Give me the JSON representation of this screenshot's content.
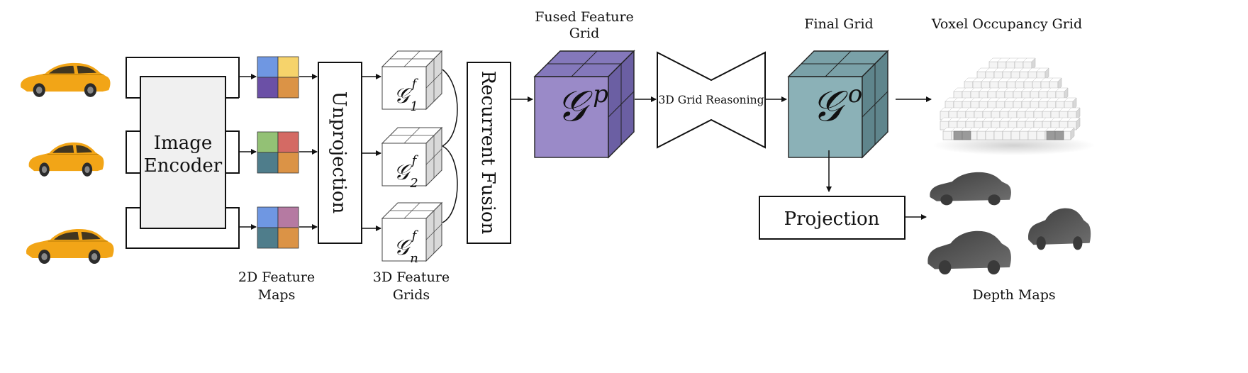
{
  "labels": {
    "image_encoder": [
      "Image",
      "Encoder"
    ],
    "unprojection": "Unprojection",
    "recurrent_fusion": "Recurrent Fusion",
    "grid_reasoning": "3D Grid Reasoning",
    "projection": "Projection",
    "feature_maps_caption": [
      "2D Feature",
      "Maps"
    ],
    "feature_grids_caption": [
      "3D Feature",
      "Grids"
    ],
    "fused_grid_caption": [
      "Fused Feature",
      "Grid"
    ],
    "final_grid_caption": "Final Grid",
    "voxel_caption": "Voxel Occupancy Grid",
    "depth_caption": "Depth Maps"
  },
  "math": {
    "feature_grids": [
      {
        "base": "𝒢",
        "sup": "f",
        "sub": "1"
      },
      {
        "base": "𝒢",
        "sup": "f",
        "sub": "2"
      },
      {
        "base": "𝒢",
        "sup": "f",
        "sub": "n"
      }
    ],
    "fused_grid": {
      "base": "𝒢",
      "sup": "p"
    },
    "final_grid": {
      "base": "𝒢",
      "sup": "o"
    }
  },
  "colors": {
    "car_body": "#f2a517",
    "feature_maps": [
      [
        "#6f97e2",
        "#f6d36b",
        "#6b50a6",
        "#db9346"
      ],
      [
        "#93c175",
        "#d46a64",
        "#4f7d8b",
        "#db9346"
      ],
      [
        "#6f97e2",
        "#b57aa2",
        "#4f7d8b",
        "#db9346"
      ]
    ],
    "fused_cube": [
      "#9a8ac8",
      "#8478bb",
      "#6b5fa3"
    ],
    "final_cube": [
      "#8bb1b7",
      "#7aa1a8",
      "#5f858c"
    ],
    "encoder_fill": "#f0f0f0",
    "depth": "#4d4d4d"
  }
}
